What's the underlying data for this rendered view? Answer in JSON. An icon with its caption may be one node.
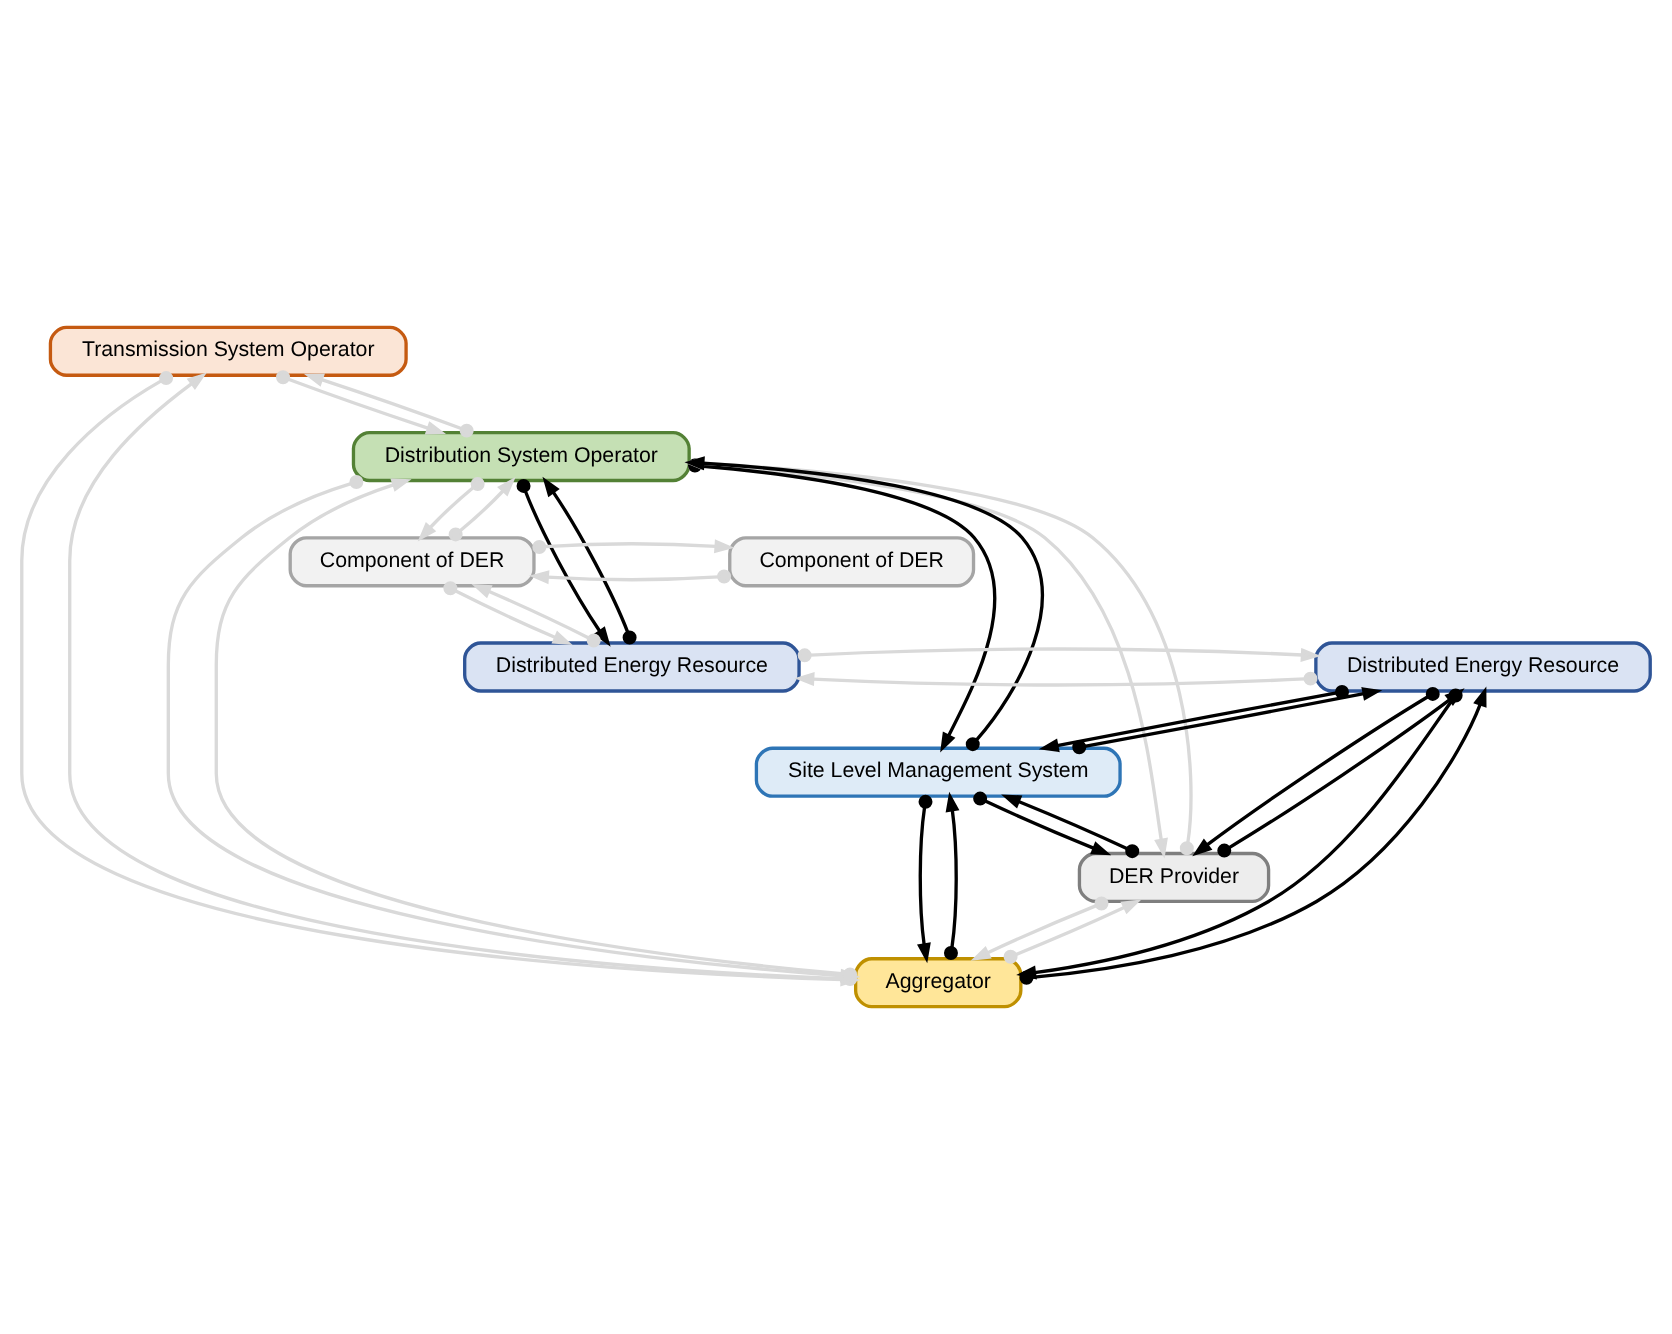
{
  "diagram": {
    "nodes": [
      {
        "text": [
          "Transmission System Operator"
        ]
      },
      {
        "text": [
          "Distribution System Operator"
        ]
      },
      {
        "text": [
          "Aggregator"
        ]
      },
      {
        "text": [
          "DER Provider"
        ]
      },
      {
        "text": [
          "Site Level Management System"
        ]
      },
      {
        "text": [
          "Distributed Energy Resource"
        ]
      },
      {
        "text": [
          "Distributed Energy Resource"
        ]
      },
      {
        "text": [
          "Component of DER"
        ]
      },
      {
        "text": [
          "Component of DER"
        ]
      }
    ],
    "edges": [
      {
        "from": 0,
        "to": 1,
        "arrow": "to"
      },
      {
        "from": 1,
        "to": 0,
        "arrow": "to"
      },
      {
        "from": 0,
        "to": 2,
        "arrow": "to"
      },
      {
        "from": 2,
        "to": 0,
        "arrow": "to"
      },
      {
        "from": 1,
        "to": 7,
        "arrow": "to"
      },
      {
        "from": 7,
        "to": 1,
        "arrow": "to"
      },
      {
        "from": 1,
        "to": 5,
        "arrow": "to",
        "color": "#000000"
      },
      {
        "from": 5,
        "to": 1,
        "arrow": "to",
        "color": "#000000"
      },
      {
        "from": 1,
        "to": 4,
        "arrow": "to",
        "color": "#000000"
      },
      {
        "from": 4,
        "to": 1,
        "arrow": "to",
        "color": "#000000"
      },
      {
        "from": 1,
        "to": 3,
        "arrow": "to"
      },
      {
        "from": 3,
        "to": 1,
        "arrow": "to"
      },
      {
        "from": 1,
        "to": 2,
        "arrow": "to"
      },
      {
        "from": 2,
        "to": 1,
        "arrow": "to"
      },
      {
        "from": 2,
        "to": 4,
        "arrow": "to",
        "color": "#000000"
      },
      {
        "from": 4,
        "to": 2,
        "arrow": "to",
        "color": "#000000"
      },
      {
        "from": 2,
        "to": 3,
        "arrow": "to"
      },
      {
        "from": 3,
        "to": 2,
        "arrow": "to"
      },
      {
        "from": 2,
        "to": 6,
        "arrow": "to",
        "color": "#000000"
      },
      {
        "from": 6,
        "to": 2,
        "arrow": "to",
        "color": "#000000"
      },
      {
        "from": 3,
        "to": 4,
        "arrow": "to",
        "color": "#000000"
      },
      {
        "from": 4,
        "to": 3,
        "arrow": "to",
        "color": "#000000"
      },
      {
        "from": 3,
        "to": 6,
        "arrow": "to",
        "color": "#000000"
      },
      {
        "from": 6,
        "to": 3,
        "arrow": "to",
        "color": "#000000"
      },
      {
        "from": 4,
        "to": 6,
        "arrow": "to",
        "color": "#000000"
      },
      {
        "from": 6,
        "to": 4,
        "arrow": "to",
        "color": "#000000"
      },
      {
        "from": 6,
        "to": 5,
        "arrow": "to"
      },
      {
        "from": 5,
        "to": 6,
        "arrow": "to"
      },
      {
        "from": 5,
        "to": 7,
        "arrow": "to"
      },
      {
        "from": 7,
        "to": 5,
        "arrow": "to"
      },
      {
        "from": 8,
        "to": 7,
        "arrow": "to"
      },
      {
        "from": 7,
        "to": 8,
        "arrow": "to"
      }
    ]
  }
}
